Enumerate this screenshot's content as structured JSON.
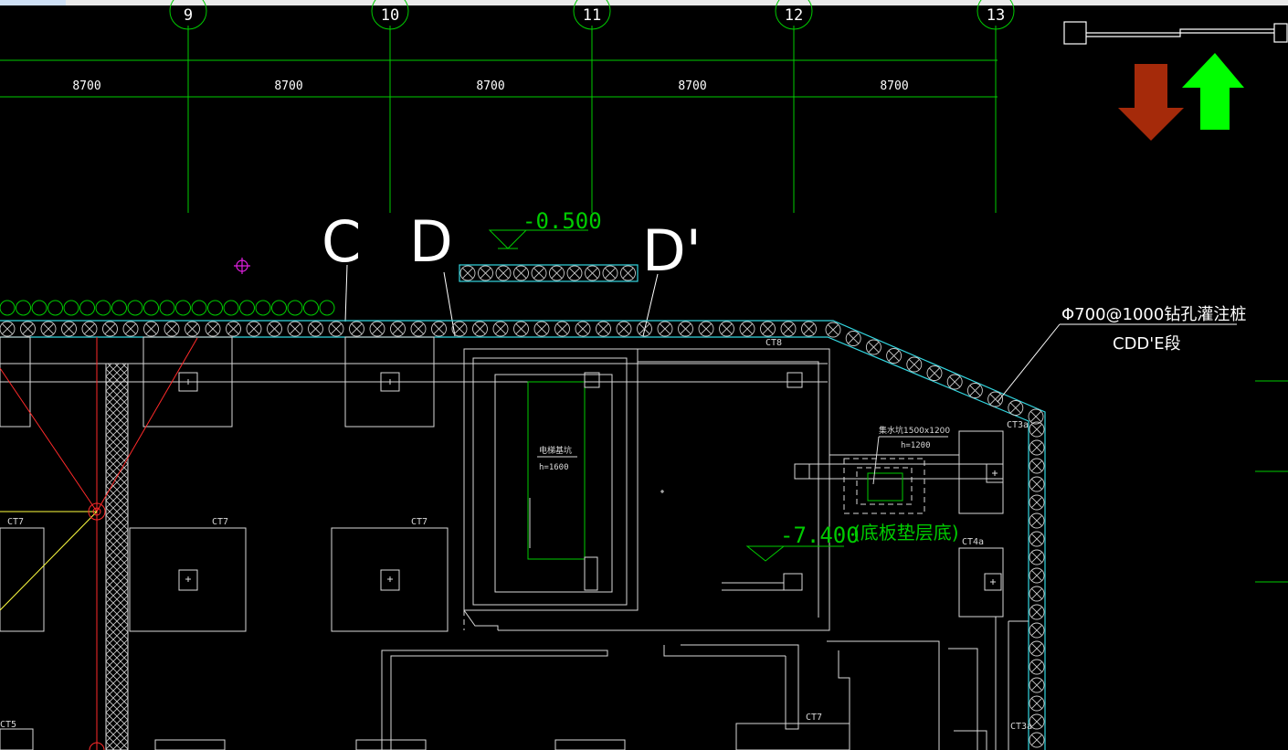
{
  "drawing": {
    "grid_axes": [
      "9",
      "10",
      "11",
      "12",
      "13"
    ],
    "spacing_labels": [
      "8700",
      "8700",
      "8700",
      "8700",
      "8700"
    ],
    "section_letters": [
      "C",
      "D",
      "D'"
    ],
    "level_top": "-0.500",
    "level_bottom": "-7.400",
    "level_bottom_note": "(底板垫层底)",
    "pile_label": "Φ700@1000钻孔灌注桩",
    "pile_segment": "CDD'E段",
    "pit_label": "电梯基坑",
    "pit_depth": "h=1600",
    "sump_label": "集水坑1500x1200",
    "sump_depth": "h=1200",
    "cap_tags": {
      "ct8": "CT8",
      "ct7a": "CT7",
      "ct7b": "CT7",
      "ct7c": "CT7",
      "ct7d": "CT7",
      "ct5": "CT5",
      "ct3a_top": "CT3a",
      "ct4a": "CT4a",
      "ct3a_bottom": "CT3a"
    }
  },
  "colors": {
    "grid": "#00cc00",
    "wall": "#d8d8d8",
    "pile": "#33d6e0",
    "accent_red": "#ff2a2a",
    "down_arrow": "#a52a0a",
    "up_arrow": "#00ff00",
    "magenta": "#e020e0"
  },
  "nav": {
    "down_icon": "arrow-down-icon",
    "up_icon": "arrow-up-icon"
  }
}
